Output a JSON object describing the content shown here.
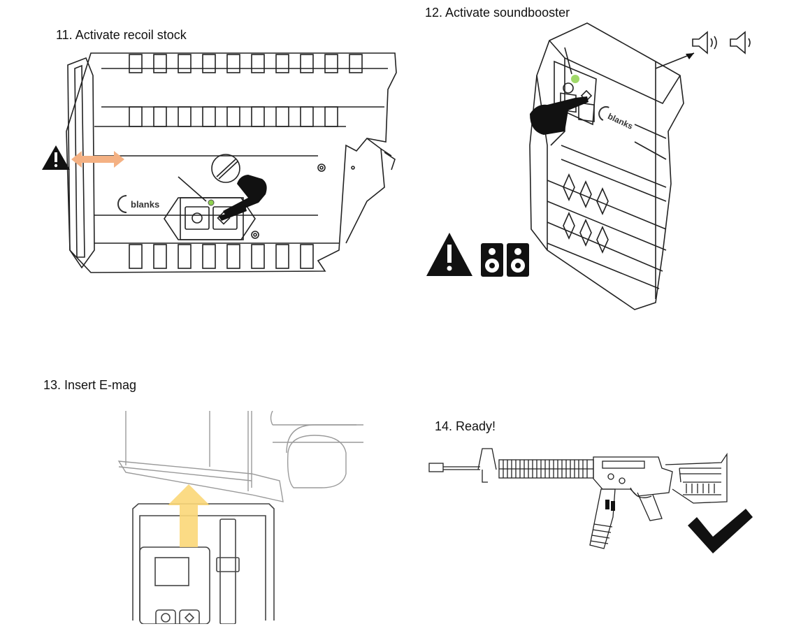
{
  "steps": [
    {
      "title": "11. Activate recoil stock",
      "brand": "blanks"
    },
    {
      "title": "12. Activate soundbooster",
      "brand": "blanks"
    },
    {
      "title": "13. Insert E-mag"
    },
    {
      "title": "14. Ready!"
    }
  ],
  "colors": {
    "line": "#222222",
    "light_line": "#9a9a9a",
    "led_green": "#8fd14f",
    "arrow_orange": "#f4b183",
    "arrow_yellow": "#fbd778",
    "black": "#111111"
  },
  "icons": [
    "warning-icon",
    "speaker-icon",
    "speaker-box-icon",
    "hand-pointer-icon",
    "checkmark-icon",
    "power-button-icon",
    "mode-button-icon"
  ]
}
